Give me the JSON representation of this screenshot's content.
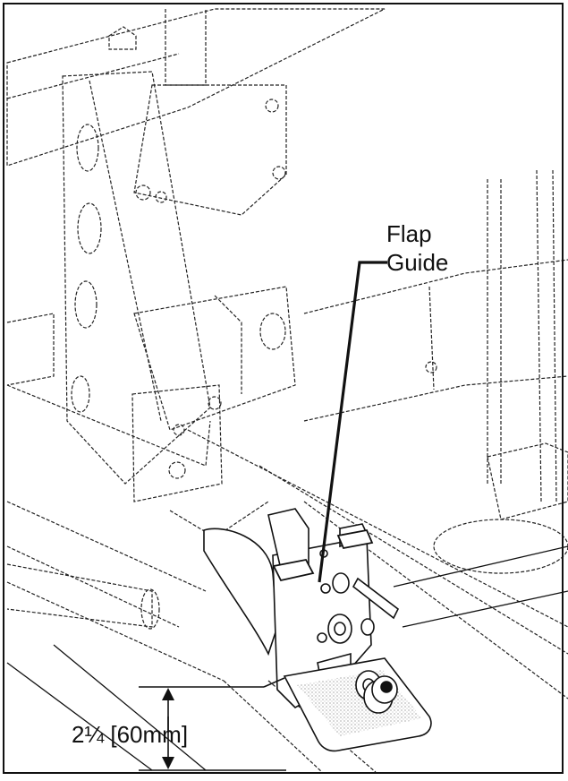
{
  "callout": {
    "line1": "Flap",
    "line2": "Guide"
  },
  "dimension": {
    "label": "2¼ [60mm]"
  }
}
